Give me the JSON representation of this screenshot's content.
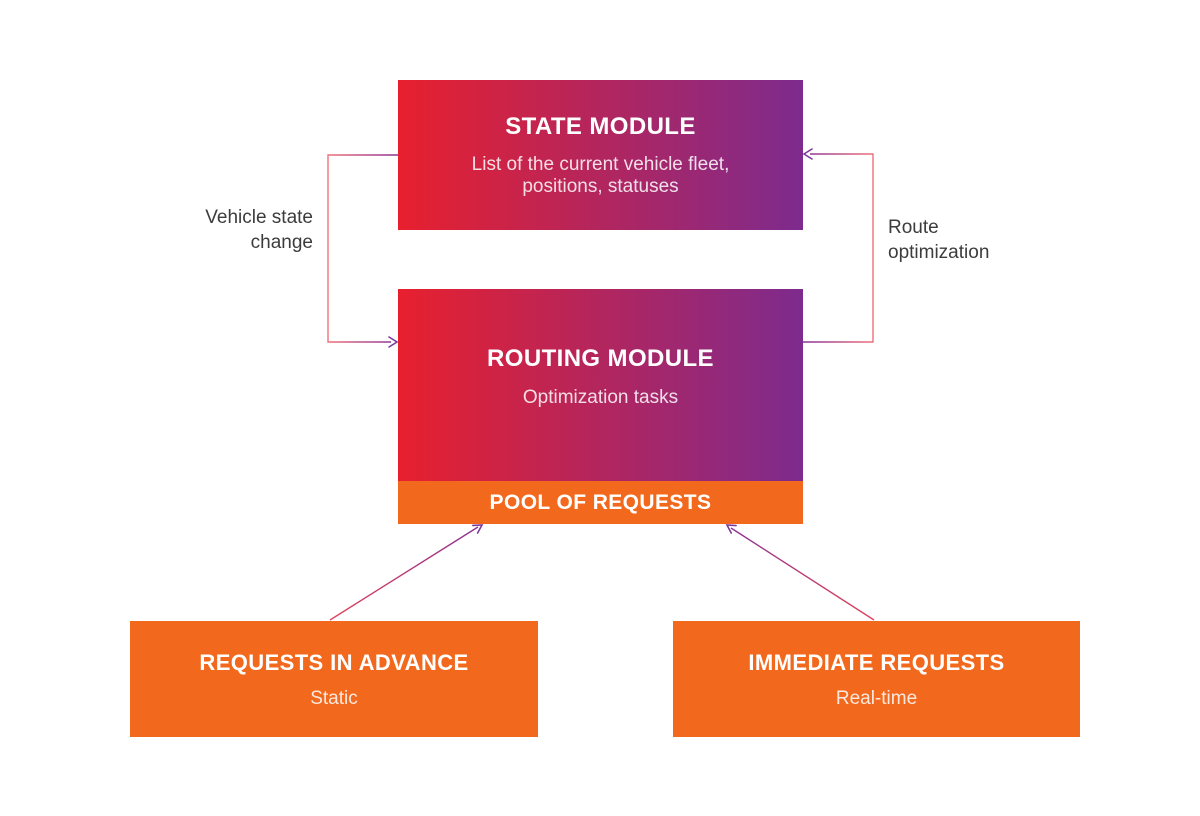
{
  "diagram": {
    "nodes": {
      "state_module": {
        "title": "STATE MODULE",
        "subtitle": "List of the current vehicle fleet, positions, statuses"
      },
      "routing_module": {
        "title": "ROUTING MODULE",
        "subtitle": "Optimization tasks"
      },
      "pool_of_requests": {
        "title": "POOL OF REQUESTS"
      },
      "requests_in_advance": {
        "title": "REQUESTS IN ADVANCE",
        "subtitle": "Static"
      },
      "immediate_requests": {
        "title": "IMMEDIATE REQUESTS",
        "subtitle": "Real-time"
      }
    },
    "edges": {
      "vehicle_state_change": {
        "label": "Vehicle state change",
        "from": "state_module",
        "to": "routing_module"
      },
      "route_optimization": {
        "label": "Route optimization",
        "from": "routing_module",
        "to": "state_module"
      },
      "requests_in_advance_to_pool": {
        "label": "",
        "from": "requests_in_advance",
        "to": "pool_of_requests"
      },
      "immediate_requests_to_pool": {
        "label": "",
        "from": "immediate_requests",
        "to": "pool_of_requests"
      }
    },
    "colors": {
      "gradient_red": "#e8202e",
      "gradient_purple": "#7d2b8e",
      "orange": "#f2691e",
      "connector_red": "#ef707a",
      "connector_crimson": "#e2445a",
      "connector_purple": "#7d3a9b",
      "label_text": "#3c3c3c",
      "background": "#ffffff"
    }
  }
}
